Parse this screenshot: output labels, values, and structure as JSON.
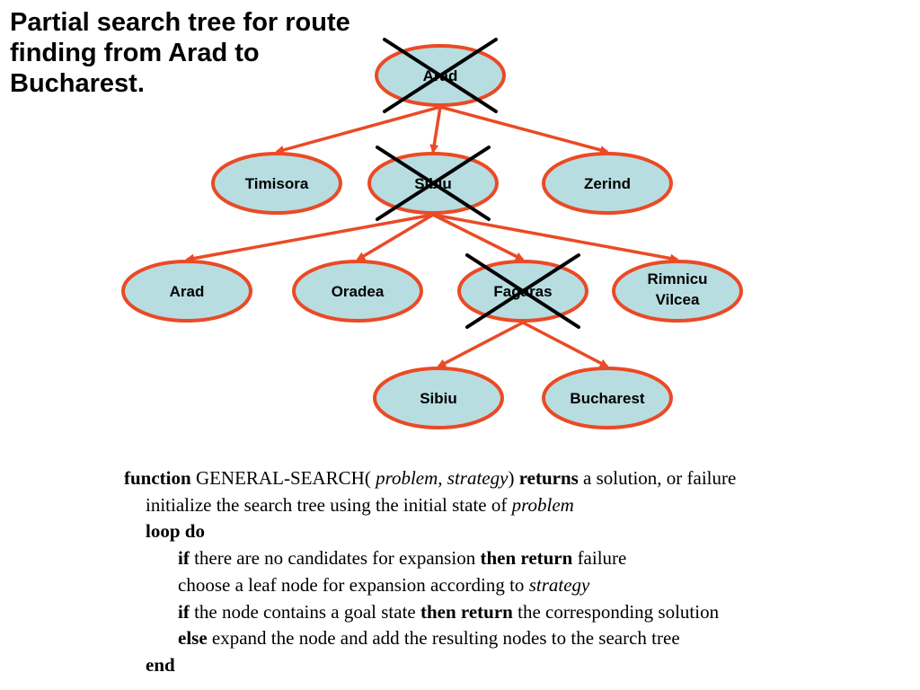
{
  "title": "Partial search tree for route finding from Arad to Bucharest.",
  "colors": {
    "node_fill": "#b7dde1",
    "node_stroke": "#ea4a25",
    "edge": "#ea4a25",
    "cross": "#000000"
  },
  "tree": {
    "nodes": [
      {
        "id": "arad-root",
        "label": "Arad",
        "crossed": true
      },
      {
        "id": "timisora",
        "label": "Timisora",
        "crossed": false
      },
      {
        "id": "sibiu-1",
        "label": "Sibiu",
        "crossed": true
      },
      {
        "id": "zerind",
        "label": "Zerind",
        "crossed": false
      },
      {
        "id": "arad-2",
        "label": "Arad",
        "crossed": false
      },
      {
        "id": "oradea",
        "label": "Oradea",
        "crossed": false
      },
      {
        "id": "fagaras",
        "label": "Fagaras",
        "crossed": true
      },
      {
        "id": "rimnicu-vilcea",
        "label": "Rimnicu Vilcea",
        "label_lines": [
          "Rimnicu",
          "Vilcea"
        ],
        "crossed": false
      },
      {
        "id": "sibiu-2",
        "label": "Sibiu",
        "crossed": false
      },
      {
        "id": "bucharest",
        "label": "Bucharest",
        "crossed": false
      }
    ],
    "edges": [
      [
        "arad-root",
        "timisora"
      ],
      [
        "arad-root",
        "sibiu-1"
      ],
      [
        "arad-root",
        "zerind"
      ],
      [
        "sibiu-1",
        "arad-2"
      ],
      [
        "sibiu-1",
        "oradea"
      ],
      [
        "sibiu-1",
        "fagaras"
      ],
      [
        "sibiu-1",
        "rimnicu-vilcea"
      ],
      [
        "fagaras",
        "sibiu-2"
      ],
      [
        "fagaras",
        "bucharest"
      ]
    ]
  },
  "algorithm": {
    "line1": {
      "kw_function": "function",
      "name_g": "G",
      "name_eneral": "ENERAL",
      "name_dash": "-",
      "name_s": "S",
      "name_earch": "EARCH",
      "open_paren": "(",
      "params": " problem, strategy",
      "close_paren": ")",
      "kw_returns": " returns",
      "rest": " a solution, or failure"
    },
    "line2": {
      "text": "initialize the search tree using the initial state of ",
      "arg": "problem"
    },
    "line3": {
      "kw": "loop do"
    },
    "line4": {
      "kw_if": "if",
      "text": " there are no candidates for expansion ",
      "kw_then": "then return",
      "rest": " failure"
    },
    "line5": {
      "text": "choose a leaf node for expansion according to ",
      "arg": "strategy"
    },
    "line6": {
      "kw_if": "if",
      "text": " the node contains a goal state ",
      "kw_then": "then return",
      "rest": " the corresponding solution"
    },
    "line7": {
      "kw_else": "else",
      "rest": " expand the node and add the resulting nodes to the search tree"
    },
    "line8": {
      "kw": "end"
    }
  }
}
